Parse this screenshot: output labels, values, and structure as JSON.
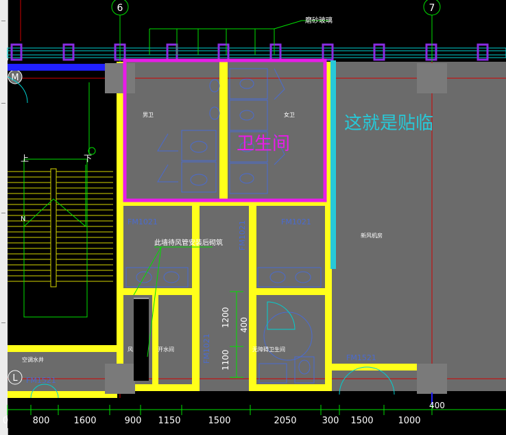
{
  "grid": {
    "axis_top_left": "6",
    "axis_top_right": "7",
    "axis_row_m": "M",
    "axis_row_l": "L"
  },
  "labels": {
    "frosted_glass": "磨砂玻璃",
    "mens_wc": "男卫",
    "womens_wc": "女卫",
    "toilet_room": "卫生间",
    "annotation": "这就是贴临",
    "stairs_up": "上",
    "stairs_down": "下",
    "stair_arrow": "N",
    "door_left": "FM1021",
    "door_right": "FM1021",
    "door_mid_vertical": "FM1021",
    "door_lower_vertical": "FM1021",
    "door_bottom_right": "FM1521",
    "door_bottom_left": "FM1521",
    "shaft_note": "此墙待风管安装后砌筑",
    "fresh_air_room": "新风机房",
    "shaft_small": "风",
    "water_room": "开水间",
    "accessible_wc": "无障碍卫生间",
    "ac_shaft": "空调水井",
    "dim_1200": "1200",
    "dim_1100": "1100",
    "dim_400": "400",
    "dim_400b": "400"
  },
  "bottom_dims": [
    "0",
    "800",
    "1600",
    "900",
    "1150",
    "1500",
    "2050",
    "300",
    "1500",
    "1000"
  ],
  "colors": {
    "wall": "#ffff1a",
    "highlight": "#e81ce8",
    "annotation": "#27c9d8",
    "floor": "#6b6b6b",
    "fixture": "#4a6bd0",
    "dim_green": "#00e000",
    "grid_red": "#d00000"
  }
}
